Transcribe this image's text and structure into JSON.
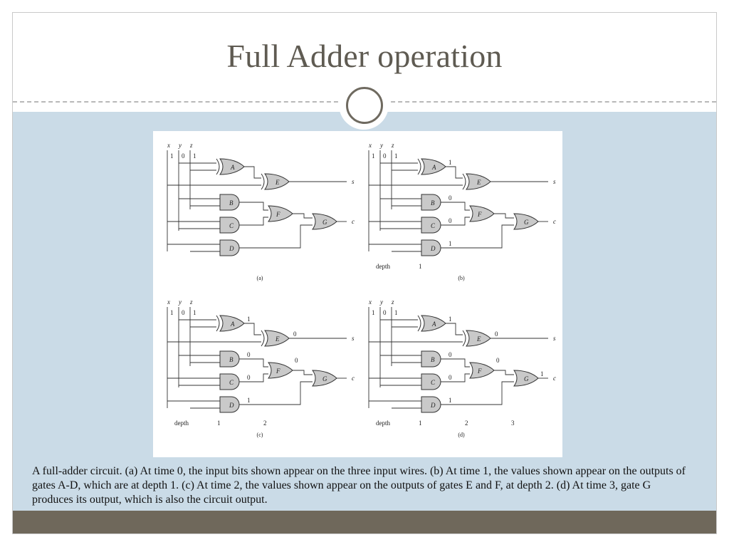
{
  "slide": {
    "title": "Full Adder operation",
    "caption": "A full-adder circuit. (a) At time 0, the input bits shown appear on the three input wires. (b) At time 1, the values shown appear on the outputs of gates A-D, which are at depth 1. (c) At time 2, the values shown appear on the outputs of gates E and F, at depth 2. (d) At time 3, gate G produces its output, which is also the circuit output."
  },
  "colors": {
    "content_bg": "#cadbe7",
    "footer": "#6f685b",
    "title": "#5f5b52",
    "gate_fill": "#c9c9c9"
  },
  "figure": {
    "panels": [
      {
        "label": "(a)",
        "inputs": [
          "x",
          "y",
          "z"
        ],
        "input_values": [
          "1",
          "0",
          "1"
        ],
        "gates": [
          "A",
          "B",
          "C",
          "D",
          "E",
          "F",
          "G"
        ],
        "outputs": [
          "s",
          "c"
        ],
        "gate_values": {},
        "depth_label": "",
        "depths": []
      },
      {
        "label": "(b)",
        "inputs": [
          "x",
          "y",
          "z"
        ],
        "input_values": [
          "1",
          "0",
          "1"
        ],
        "gates": [
          "A",
          "B",
          "C",
          "D",
          "E",
          "F",
          "G"
        ],
        "outputs": [
          "s",
          "c"
        ],
        "gate_values": {
          "A": "1",
          "B": "0",
          "C": "0",
          "D": "1"
        },
        "depth_label": "depth",
        "depths": [
          "1"
        ]
      },
      {
        "label": "(c)",
        "inputs": [
          "x",
          "y",
          "z"
        ],
        "input_values": [
          "1",
          "0",
          "1"
        ],
        "gates": [
          "A",
          "B",
          "C",
          "D",
          "E",
          "F",
          "G"
        ],
        "outputs": [
          "s",
          "c"
        ],
        "gate_values": {
          "A": "1",
          "B": "0",
          "C": "0",
          "D": "1",
          "E": "0",
          "F": "0"
        },
        "depth_label": "depth",
        "depths": [
          "1",
          "2"
        ]
      },
      {
        "label": "(d)",
        "inputs": [
          "x",
          "y",
          "z"
        ],
        "input_values": [
          "1",
          "0",
          "1"
        ],
        "gates": [
          "A",
          "B",
          "C",
          "D",
          "E",
          "F",
          "G"
        ],
        "outputs": [
          "s",
          "c"
        ],
        "gate_values": {
          "A": "1",
          "B": "0",
          "C": "0",
          "D": "1",
          "E": "0",
          "F": "0",
          "G": "1"
        },
        "depth_label": "depth",
        "depths": [
          "1",
          "2",
          "3"
        ]
      }
    ]
  }
}
